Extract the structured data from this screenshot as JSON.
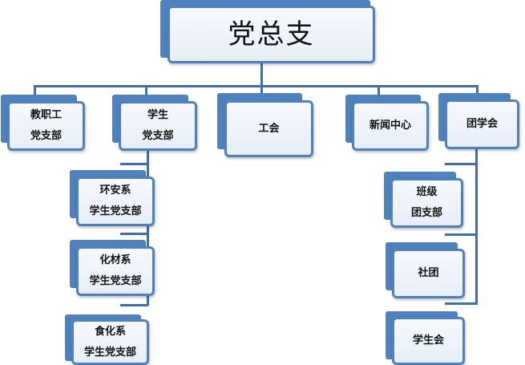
{
  "root": {
    "label": "党总支"
  },
  "branches": [
    {
      "key": "teachers",
      "lines": [
        "教职工",
        "党支部"
      ]
    },
    {
      "key": "students",
      "lines": [
        "学生",
        "党支部"
      ],
      "children": [
        {
          "key": "huan-an",
          "lines": [
            "环安系",
            "学生党支部"
          ]
        },
        {
          "key": "hua-cai",
          "lines": [
            "化材系",
            "学生党支部"
          ]
        },
        {
          "key": "shi-hua",
          "lines": [
            "食化系",
            "学生党支部"
          ]
        }
      ]
    },
    {
      "key": "union",
      "lines": [
        "工会"
      ]
    },
    {
      "key": "news",
      "lines": [
        "新闻中心"
      ]
    },
    {
      "key": "youth-league",
      "lines": [
        "团学会"
      ],
      "children": [
        {
          "key": "class",
          "lines": [
            "班级",
            "团支部"
          ]
        },
        {
          "key": "clubs",
          "lines": [
            "社团"
          ]
        },
        {
          "key": "student-union",
          "lines": [
            "学生会"
          ]
        }
      ]
    }
  ],
  "colors": {
    "accent": "#4f81bd",
    "connector": "#3f6fa6",
    "box_fill": "#eef3fa"
  }
}
